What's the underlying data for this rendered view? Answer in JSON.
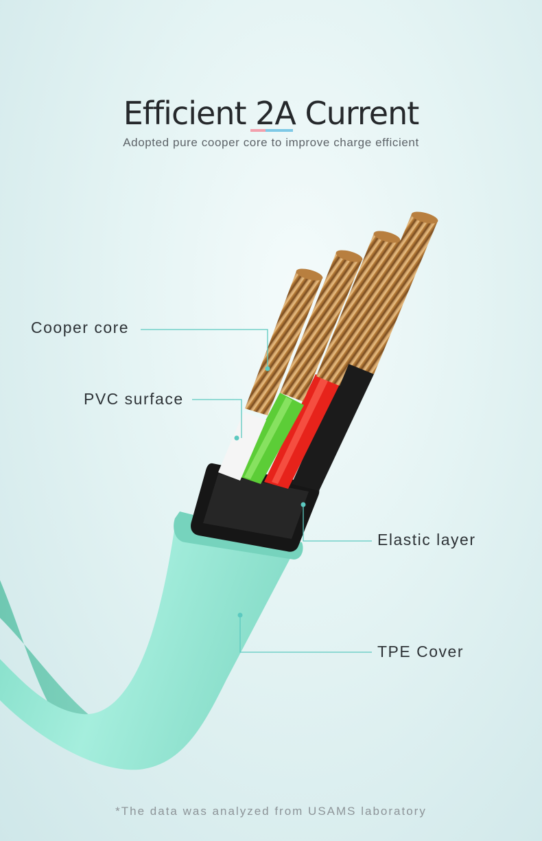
{
  "header": {
    "title": "Efficient 2A Current",
    "subtitle": "Adopted pure cooper core to improve charge efficient"
  },
  "labels": {
    "cooper_core": "Cooper core",
    "pvc_surface": "PVC surface",
    "elastic_layer": "Elastic layer",
    "tpe_cover": "TPE Cover"
  },
  "footnote": "*The data was analyzed from USAMS laboratory",
  "colors": {
    "cable_cover": "#8fe3cf",
    "leader_line": "#5cc9c0",
    "copper": "#c9914d",
    "wire_white": "#f4f4f4",
    "wire_green": "#5fcf3a",
    "wire_red": "#e8241c",
    "wire_black": "#1a1a1a"
  }
}
